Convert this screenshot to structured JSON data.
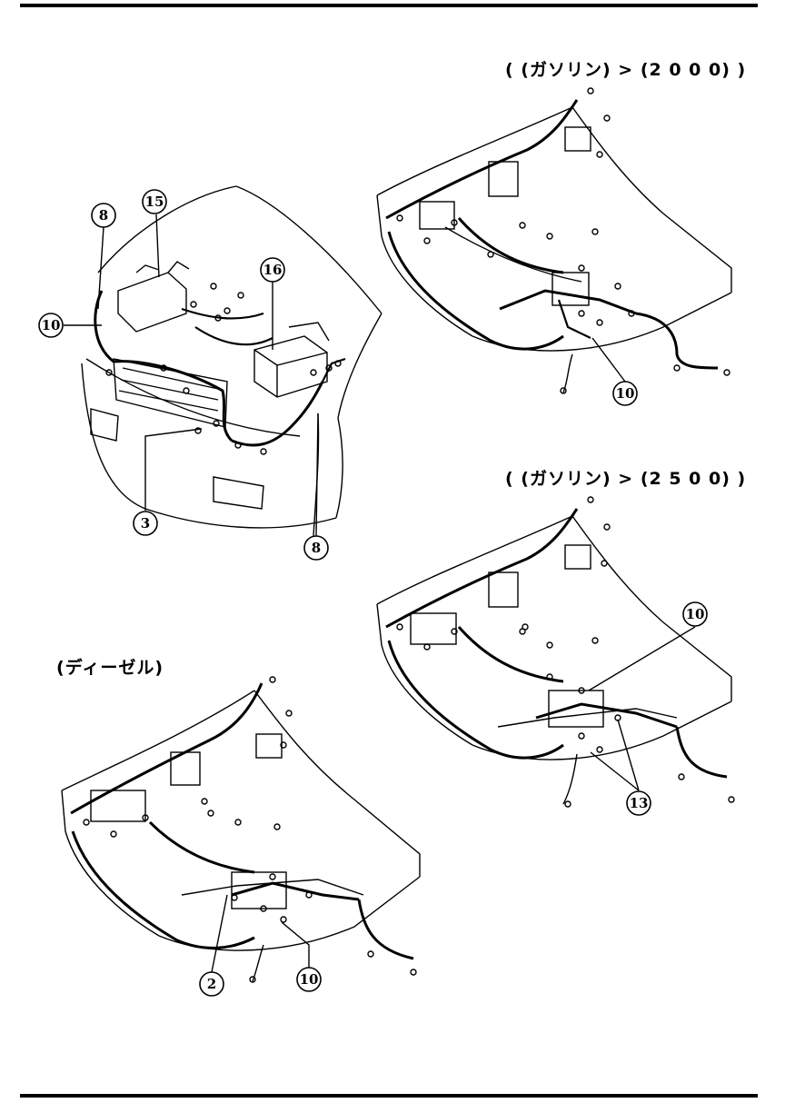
{
  "captions": {
    "gasoline_2000": "( (ガソリン) > (2 0 0 0) )",
    "gasoline_2500": "( (ガソリン) > (2 5 0 0) )",
    "diesel": "(ディーゼル)"
  },
  "callouts": {
    "front_view": [
      "8",
      "15",
      "16",
      "10",
      "3",
      "8"
    ],
    "gasoline_2000": [
      "10"
    ],
    "gasoline_2500": [
      "10",
      "13"
    ],
    "diesel": [
      "2",
      "10"
    ]
  },
  "colors": {
    "ink": "#000000",
    "paper": "#ffffff"
  }
}
